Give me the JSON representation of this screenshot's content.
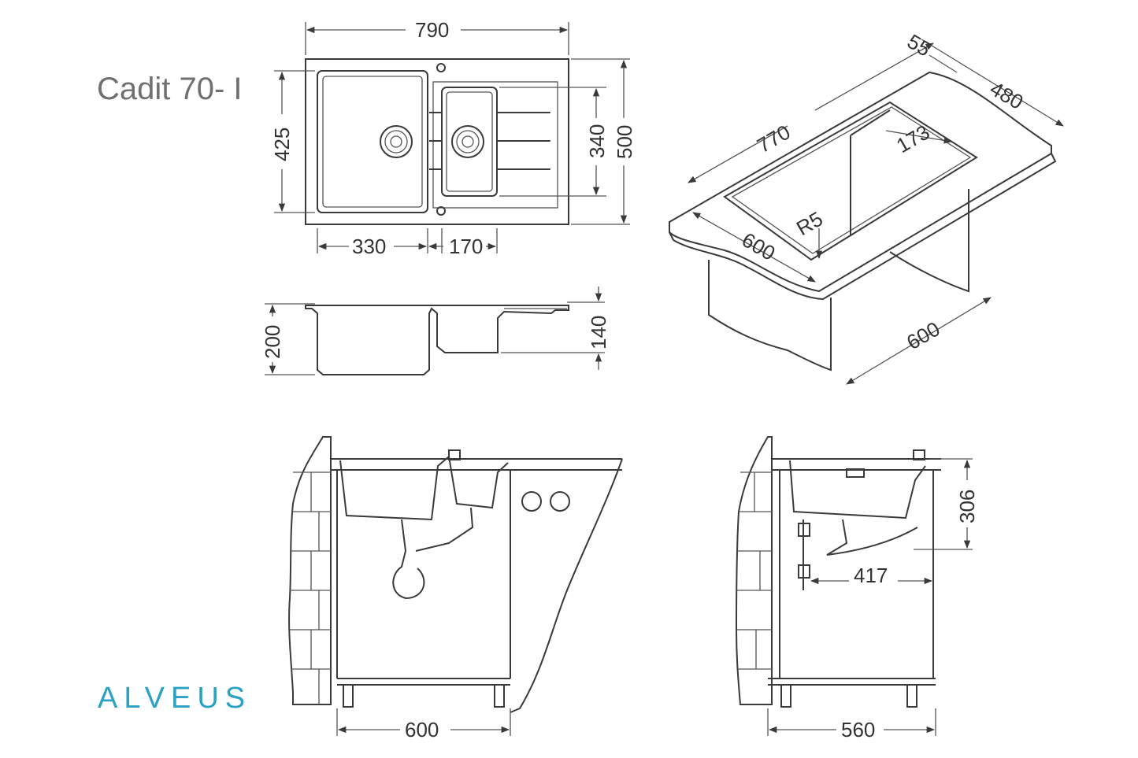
{
  "title": "Cadit 70- I",
  "brand": "ALVEUS",
  "colors": {
    "brand": "#2aa2c4",
    "line": "#3a3a3a",
    "title": "#707070"
  },
  "dimensions": {
    "top_width": "790",
    "bowl_depth": "425",
    "small_bowl_depth": "340",
    "total_depth": "500",
    "big_bowl_width": "330",
    "small_bowl_width": "170",
    "side_height": "200",
    "small_height": "140",
    "iso_55": "55",
    "iso_480": "480",
    "iso_770": "770",
    "iso_173": "173",
    "iso_r5": "R5",
    "iso_600_top": "600",
    "iso_600_bottom": "600",
    "front_cabinet": "600",
    "side_height_306": "306",
    "side_417": "417",
    "side_cabinet": "560"
  }
}
